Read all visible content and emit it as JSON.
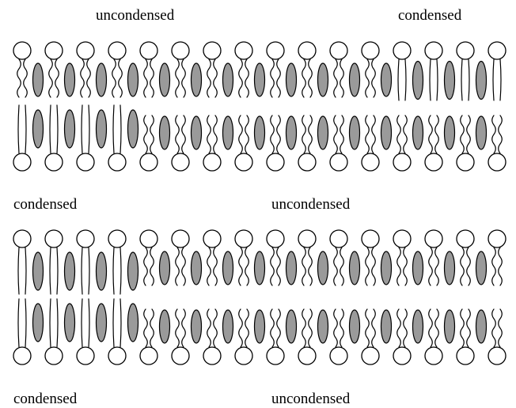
{
  "labels": {
    "top_left": "uncondensed",
    "top_right": "condensed",
    "middle_left": "condensed",
    "middle_right": "uncondensed",
    "bottom_left": "condensed",
    "bottom_right": "uncondensed"
  },
  "colors": {
    "cholesterol_fill": "#9a9a9a",
    "stroke": "#000000",
    "head_fill": "#ffffff"
  },
  "bilayers": [
    {
      "name": "top-bilayer",
      "upper_leaflet": {
        "regions": [
          {
            "state": "uncondensed",
            "lipids": 12
          },
          {
            "state": "condensed",
            "lipids": 4
          }
        ]
      },
      "lower_leaflet": {
        "regions": [
          {
            "state": "condensed",
            "lipids": 4
          },
          {
            "state": "uncondensed",
            "lipids": 12
          }
        ]
      }
    },
    {
      "name": "bottom-bilayer",
      "upper_leaflet": {
        "regions": [
          {
            "state": "condensed",
            "lipids": 4
          },
          {
            "state": "uncondensed",
            "lipids": 12
          }
        ]
      },
      "lower_leaflet": {
        "regions": [
          {
            "state": "condensed",
            "lipids": 4
          },
          {
            "state": "uncondensed",
            "lipids": 12
          }
        ]
      }
    }
  ]
}
